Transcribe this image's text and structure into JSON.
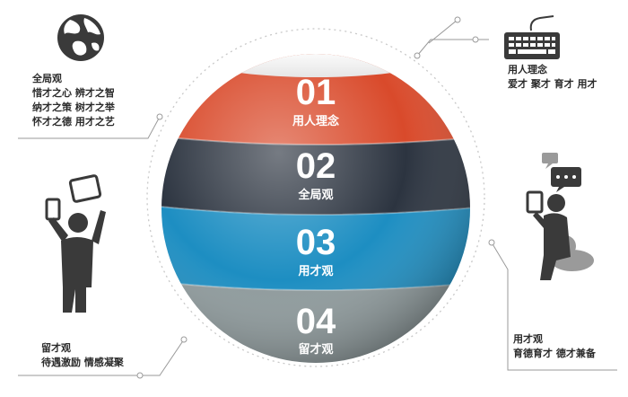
{
  "sphere": {
    "bands": [
      {
        "number": "01",
        "label": "用人理念",
        "color": "#d94a2b"
      },
      {
        "number": "02",
        "label": "全局观",
        "color": "#2c3440"
      },
      {
        "number": "03",
        "label": "用才观",
        "color": "#1d8ec2"
      },
      {
        "number": "04",
        "label": "留才观",
        "color": "#8e9a9c"
      }
    ]
  },
  "callouts": {
    "top_left": {
      "title": "全局观",
      "lines": [
        "惜才之心 辨才之智",
        "纳才之策 树才之举",
        "怀才之德 用才之艺"
      ],
      "icon": "globe-icon"
    },
    "top_right": {
      "title": "用人理念",
      "lines": [
        "爱才 聚才 育才 用才"
      ],
      "icon": "keyboard-icon"
    },
    "bottom_left": {
      "title": "留才观",
      "lines": [
        "待遇激励 情感凝聚"
      ],
      "icon": "person-tablet-icon"
    },
    "bottom_right": {
      "title": "用才观",
      "lines": [
        "育德育才 德才兼备"
      ],
      "icon": "person-chat-icon"
    }
  },
  "colors": {
    "text": "#2b2b2b",
    "connector": "#9a9a9a",
    "icon": "#3a3a3a"
  }
}
